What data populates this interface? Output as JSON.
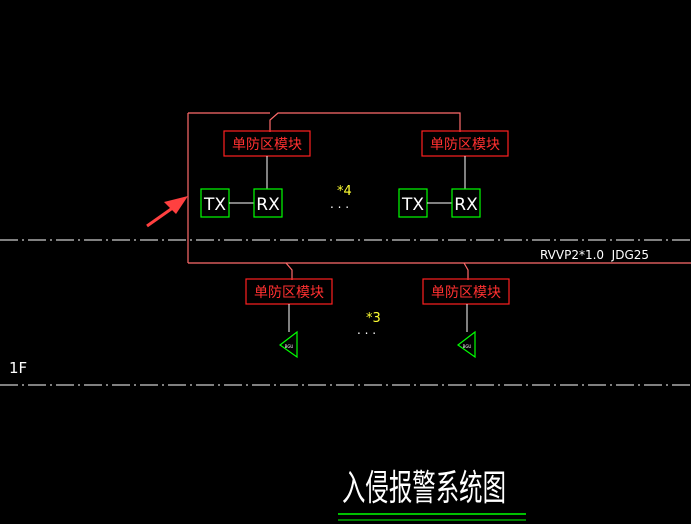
{
  "colors": {
    "background": "#000000",
    "wire": "#ff6b6b",
    "module_box": "#ff2020",
    "module_text": "#ff3030",
    "device": "#00ff00",
    "annotation": "#ffff33",
    "axis": "#ffffff",
    "title": "#ffffff",
    "title_underline": "#00ff00",
    "arrow": "#ff4040"
  },
  "diagram": {
    "top_row": {
      "modules": [
        {
          "label": "单防区模块"
        },
        {
          "label": "单防区模块"
        }
      ],
      "tx_label": "TX",
      "rx_label": "RX",
      "count_label": "*4",
      "dots": ". . ."
    },
    "bottom_row": {
      "modules": [
        {
          "label": "单防区模块"
        },
        {
          "label": "单防区模块"
        }
      ],
      "count_label": "*3",
      "dots": ". . .",
      "detector_labels": [
        "BGU",
        "BGU"
      ]
    },
    "cable_label": "RVVP2*1.0  JDG25",
    "floor_label": "1F",
    "title": "入侵报警系统图"
  }
}
